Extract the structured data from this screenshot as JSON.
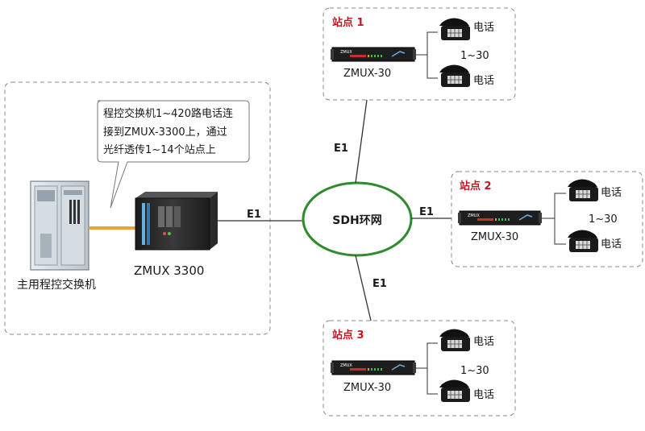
{
  "main_site": {
    "callout_lines": [
      "程控交换机1~420路电话连",
      "接到ZMUX-3300上，通过",
      "光纤透传1~14个站点上"
    ],
    "pbx_label": "主用程控交换机",
    "zmux3300_label": "ZMUX 3300"
  },
  "ring": {
    "label": "SDH环网"
  },
  "links": {
    "site1": "E1",
    "site2": "E1",
    "site3": "E1",
    "main": "E1"
  },
  "sites": [
    {
      "title": "站点 1",
      "device_label": "ZMUX-30",
      "device_logo": "ZMUX",
      "phone_top_label": "电话",
      "phone_bottom_label": "电话",
      "range": "1~30"
    },
    {
      "title": "站点 2",
      "device_label": "ZMUX-30",
      "device_logo": "ZMUX",
      "phone_top_label": "电话",
      "phone_bottom_label": "电话",
      "range": "1~30"
    },
    {
      "title": "站点 3",
      "device_label": "ZMUX-30",
      "device_logo": "ZMUX",
      "phone_top_label": "电话",
      "phone_bottom_label": "电话",
      "range": "1~30"
    }
  ],
  "colors": {
    "site_title": "#c0181e",
    "ring_stroke": "#2e8b2e",
    "fiber": "#f0a030",
    "dashed_border": "#888888"
  }
}
